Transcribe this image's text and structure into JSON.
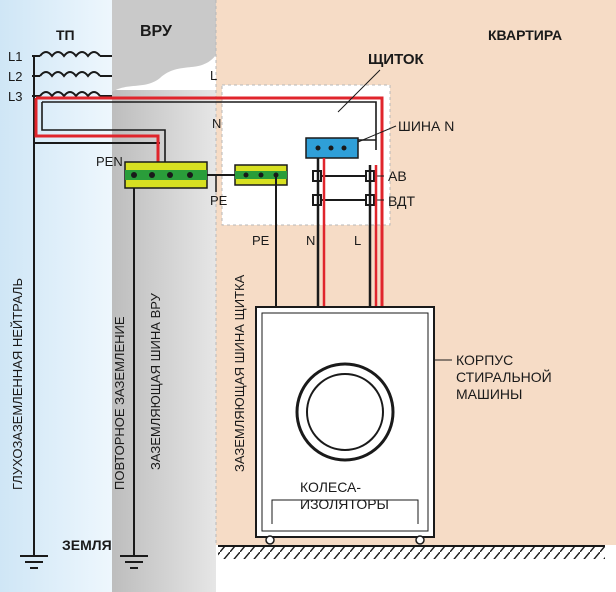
{
  "zones": {
    "tp": "ТП",
    "vru": "ВРУ",
    "apartment": "КВАРТИРА",
    "ground": "ЗЕМЛЯ"
  },
  "phases": [
    "L1",
    "L2",
    "L3"
  ],
  "labels": {
    "l_vru": "L",
    "n_vru": "N",
    "pen": "PEN",
    "pe_vru": "PE",
    "pe_panel": "PE",
    "shchitok": "ЩИТОК",
    "bus_n": "ШИНА N",
    "av": "АВ",
    "vdt": "ВДТ",
    "n_panel": "N",
    "l_panel": "L",
    "machine_body": [
      "КОРПУС",
      "СТИРАЛЬНОЙ",
      "МАШИНЫ"
    ],
    "wheels": [
      "КОЛЕСА-",
      "ИЗОЛЯТОРЫ"
    ]
  },
  "vertical_labels": {
    "solid_neutral": "ГЛУХОЗАЗЕМЛЕННАЯ НЕЙТРАЛЬ",
    "repeat_ground": "ПОВТОРНОЕ ЗАЗЕМЛЕНИЕ",
    "vru_ground_bus": "ЗАЗЕМЛЯЮЩАЯ ШИНА ВРУ",
    "panel_ground_bus": "ЗАЗЕМЛЯЮЩАЯ ШИНА ЩИТКА"
  },
  "colors": {
    "tp_zone": "#dceefa",
    "vru_zone": "#d4d4d4",
    "apartment_zone": "#f6dcc6",
    "panel_bg": "#ffffff",
    "wire_phase": "#e0252c",
    "wire": "#1a1a1a",
    "ground_bus": "#d7e021",
    "ground_bus_stripe": "#2a9d3a",
    "bus_n": "#2f9fd8"
  }
}
